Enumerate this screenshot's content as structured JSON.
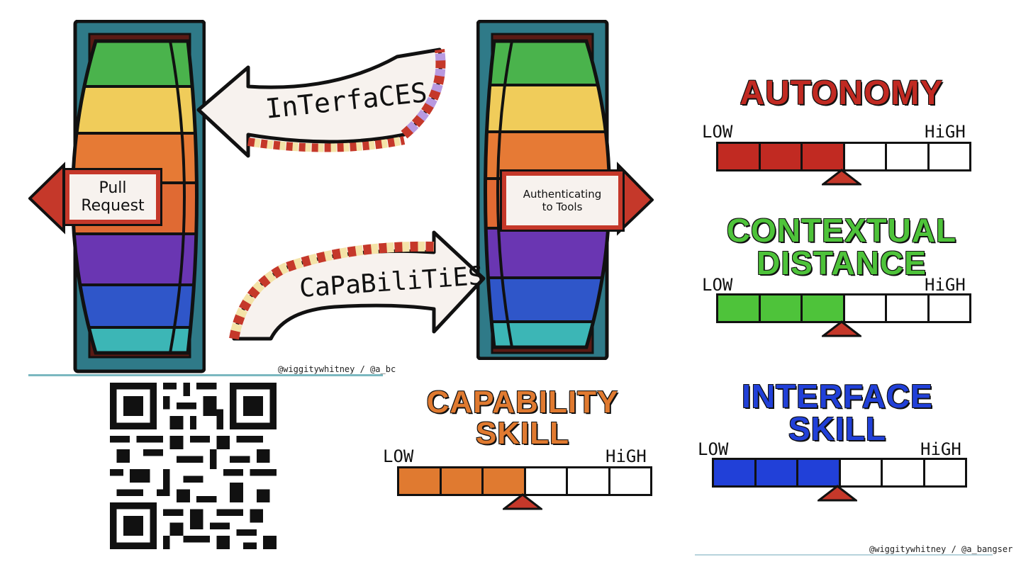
{
  "wheels": {
    "left_label": "Pull\nRequest",
    "right_label": "Authenticating\nto Tools"
  },
  "arrows": {
    "top": "InTerfaCES",
    "bottom": "CaPaBiliTiES"
  },
  "scales": [
    {
      "title": "AUTONOMY",
      "low": "LOW",
      "high": "HiGH",
      "filled": 3,
      "segments": 6,
      "color": "#c12a22"
    },
    {
      "title": "CONTEXTUAL\nDISTANCE",
      "low": "LOW",
      "high": "HiGH",
      "filled": 3,
      "segments": 6,
      "color": "#4ec33a"
    },
    {
      "title": "CAPABILITY\nSKILL",
      "low": "LOW",
      "high": "HiGH",
      "filled": 3,
      "segments": 6,
      "color": "#e07a30"
    },
    {
      "title": "INTERFACE\nSKILL",
      "low": "LOW",
      "high": "HiGH",
      "filled": 3,
      "segments": 6,
      "color": "#2140d8"
    }
  ],
  "credits": {
    "top": "@wiggitywhitney / @a_bc",
    "bottom": "@wiggitywhitney / @a_bangser"
  },
  "colors": {
    "frame": "#2f7a88",
    "wheel": [
      "#4ab34c",
      "#f0cc5a",
      "#e67a35",
      "#e06a33",
      "#6a36b2",
      "#2f56c9",
      "#3cb6b6"
    ],
    "pointer": "#c5382a"
  }
}
